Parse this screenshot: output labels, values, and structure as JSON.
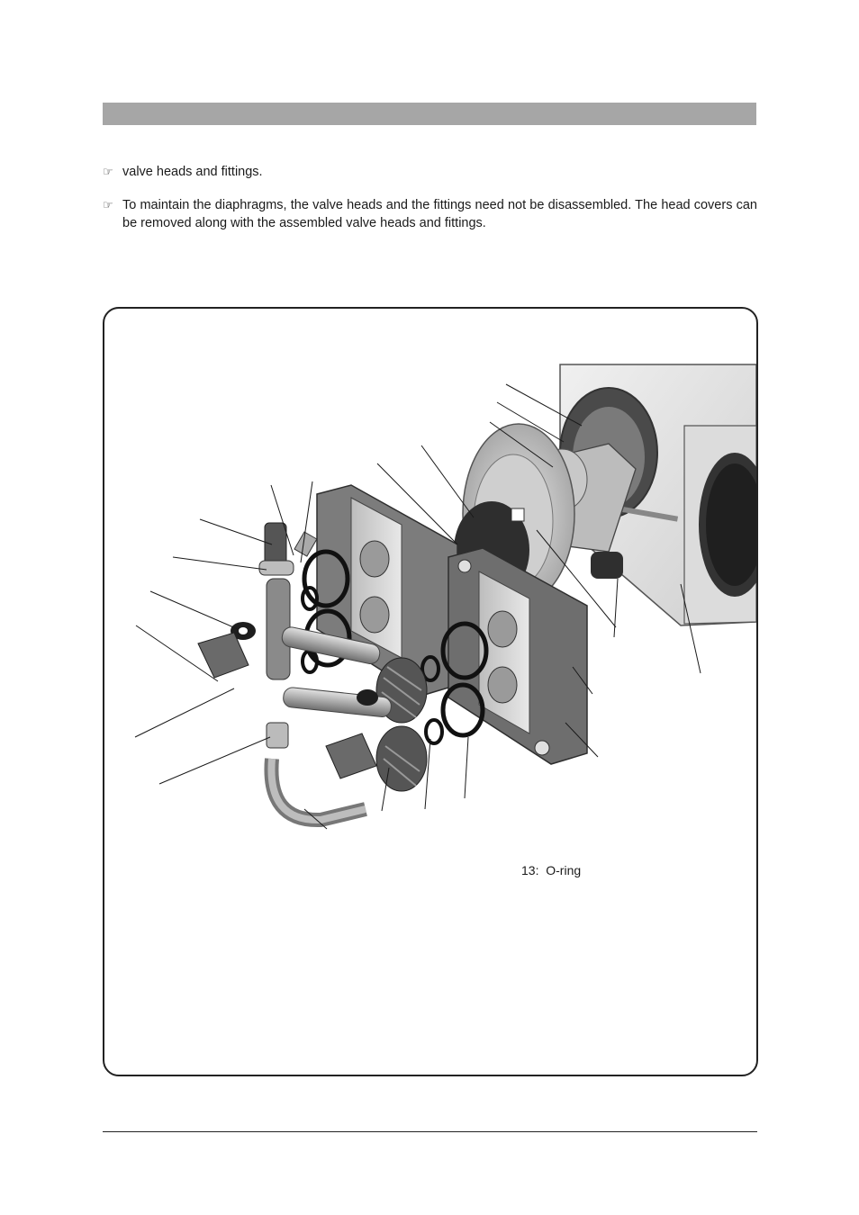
{
  "notes": [
    {
      "icon": "pointing-hand-icon",
      "symbol": "☞",
      "text": ""
    },
    {
      "icon": "pointing-hand-icon",
      "symbol": "",
      "text": "valve heads and fittings."
    },
    {
      "icon": "pointing-hand-icon",
      "symbol": "☞",
      "text": "To maintain the diaphragms, the valve heads and the fittings need not  be disassembled. The head covers can be removed along with the assembled valve heads and fittings."
    }
  ],
  "figure": {
    "legend": [
      {
        "number": "13:",
        "label": "O-ring"
      }
    ]
  },
  "colors": {
    "header_bar": "#a6a6a6",
    "part_dark": "#3a3a3a",
    "part_mid": "#8c8c8c",
    "part_light": "#d6d6d6",
    "housing": "#e4e4e4"
  }
}
